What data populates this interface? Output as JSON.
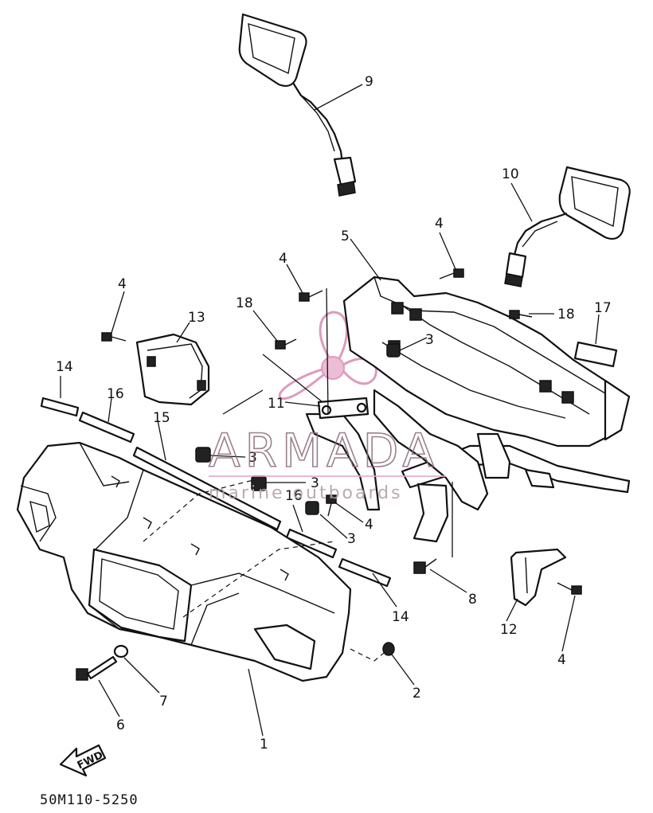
{
  "diagram": {
    "part_labels": {
      "p1": "1",
      "p2": "2",
      "p3a": "3",
      "p3b": "3",
      "p3c": "3",
      "p3d": "3",
      "p4a": "4",
      "p4b": "4",
      "p4c": "4",
      "p4d": "4",
      "p4e": "4",
      "p5": "5",
      "p6": "6",
      "p7": "7",
      "p8": "8",
      "p9": "9",
      "p10": "10",
      "p11": "11",
      "p12": "12",
      "p13": "13",
      "p14a": "14",
      "p14b": "14",
      "p15": "15",
      "p16a": "16",
      "p16b": "16",
      "p17": "17",
      "p18a": "18",
      "p18b": "18"
    },
    "fwd_label": "FWD",
    "drawing_code": "50M110-5250"
  },
  "watermark": {
    "brand": "ARMADA",
    "tagline": "marine outboards",
    "logo_color": "#e8a8c8"
  },
  "icons": {
    "fwd_arrow": "fwd-arrow-icon",
    "watermark_logo": "propeller-logo-icon"
  }
}
